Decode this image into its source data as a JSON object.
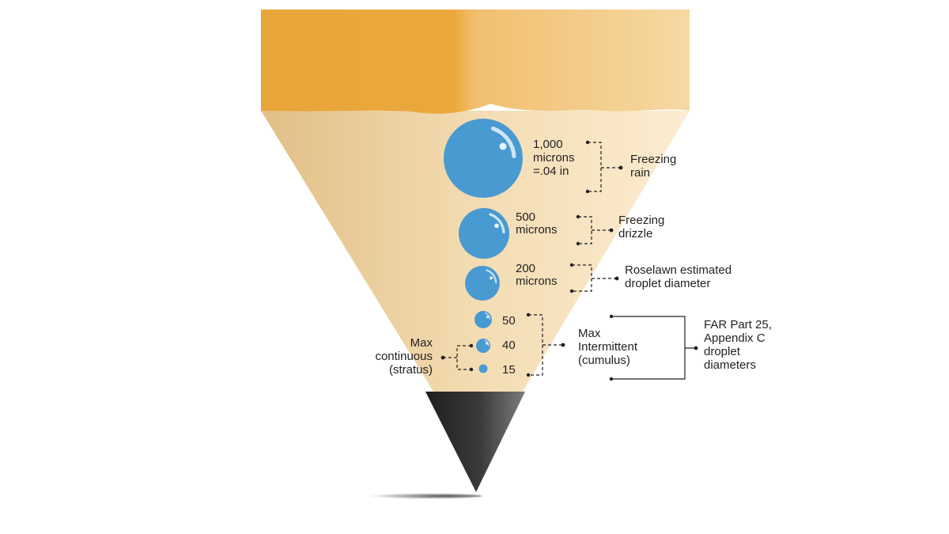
{
  "colors": {
    "eraser_left": "#e8a63a",
    "eraser_right": "#f6d79e",
    "wood_left": "#e3c28a",
    "wood_right": "#fbe9c9",
    "lead": "#2b2b2b",
    "droplet": "#4a9ad2",
    "ink": "#231f20"
  },
  "droplets": [
    {
      "label_lines": [
        "1,000",
        "microns",
        "=.04 in"
      ],
      "diameter_microns": 1000
    },
    {
      "label_lines": [
        "500",
        "microns"
      ],
      "diameter_microns": 500
    },
    {
      "label_lines": [
        "200",
        "microns"
      ],
      "diameter_microns": 200
    },
    {
      "label_lines": [
        "50"
      ],
      "diameter_microns": 50
    },
    {
      "label_lines": [
        "40"
      ],
      "diameter_microns": 40
    },
    {
      "label_lines": [
        "15"
      ],
      "diameter_microns": 15
    }
  ],
  "categories": {
    "freezing_rain": [
      "Freezing",
      "rain"
    ],
    "freezing_drizzle": [
      "Freezing",
      "drizzle"
    ],
    "roselawn": [
      "Roselawn estimated",
      "droplet diameter"
    ],
    "max_intermittent": [
      "Max",
      "Intermittent",
      "(cumulus)"
    ],
    "max_continuous": [
      "Max",
      "continuous",
      "(stratus)"
    ],
    "far_part_25": [
      "FAR Part 25,",
      "Appendix C",
      "droplet",
      "diameters"
    ]
  }
}
